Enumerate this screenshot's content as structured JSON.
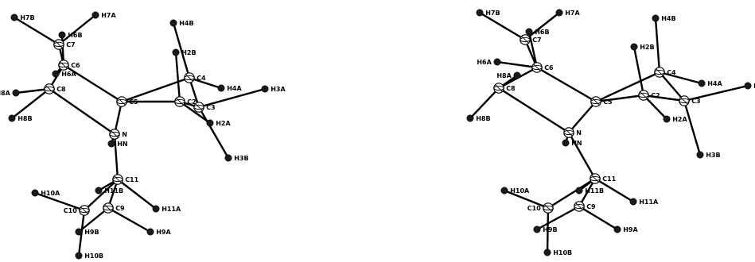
{
  "figure": {
    "panels": [
      "left-view",
      "right-view"
    ],
    "atoms": [
      {
        "id": "H7B",
        "label": "H7B",
        "kind": "H"
      },
      {
        "id": "H7A",
        "label": "H7A",
        "kind": "H"
      },
      {
        "id": "H6B",
        "label": "H6B",
        "kind": "H"
      },
      {
        "id": "C7",
        "label": "C7",
        "kind": "C"
      },
      {
        "id": "C6",
        "label": "C6",
        "kind": "C"
      },
      {
        "id": "H6A",
        "label": "H6A",
        "kind": "H"
      },
      {
        "id": "C8",
        "label": "C8",
        "kind": "C"
      },
      {
        "id": "H8A",
        "label": "H8A",
        "kind": "H"
      },
      {
        "id": "H8B",
        "label": "H8B",
        "kind": "H"
      },
      {
        "id": "H4B",
        "label": "H4B",
        "kind": "H"
      },
      {
        "id": "H2B",
        "label": "H2B",
        "kind": "H"
      },
      {
        "id": "C4",
        "label": "C4",
        "kind": "C"
      },
      {
        "id": "H4A",
        "label": "H4A",
        "kind": "H"
      },
      {
        "id": "H3A",
        "label": "H3A",
        "kind": "H"
      },
      {
        "id": "C5",
        "label": "C5",
        "kind": "C"
      },
      {
        "id": "C2",
        "label": "C2",
        "kind": "C"
      },
      {
        "id": "C3",
        "label": "C3",
        "kind": "C"
      },
      {
        "id": "H2A",
        "label": "H2A",
        "kind": "H"
      },
      {
        "id": "N",
        "label": "N",
        "kind": "N"
      },
      {
        "id": "HN",
        "label": "HN",
        "kind": "H"
      },
      {
        "id": "H3B",
        "label": "H3B",
        "kind": "H"
      },
      {
        "id": "C11",
        "label": "C11",
        "kind": "C"
      },
      {
        "id": "H11B",
        "label": "H11B",
        "kind": "H"
      },
      {
        "id": "H10A",
        "label": "H10A",
        "kind": "H"
      },
      {
        "id": "C10",
        "label": "C10",
        "kind": "C"
      },
      {
        "id": "C9",
        "label": "C9",
        "kind": "C"
      },
      {
        "id": "H11A",
        "label": "H11A",
        "kind": "H"
      },
      {
        "id": "H9B",
        "label": "H9B",
        "kind": "H"
      },
      {
        "id": "H9A",
        "label": "H9A",
        "kind": "H"
      },
      {
        "id": "H10B",
        "label": "H10B",
        "kind": "H"
      }
    ],
    "bonds": [
      [
        "H7B",
        "C7"
      ],
      [
        "H7A",
        "C7"
      ],
      [
        "H6B",
        "C6"
      ],
      [
        "C7",
        "C6"
      ],
      [
        "C6",
        "H6A"
      ],
      [
        "C6",
        "C8"
      ],
      [
        "C8",
        "H8A"
      ],
      [
        "C8",
        "H8B"
      ],
      [
        "C8",
        "N"
      ],
      [
        "C6",
        "C5"
      ],
      [
        "C5",
        "N"
      ],
      [
        "C5",
        "C4"
      ],
      [
        "H4B",
        "C4"
      ],
      [
        "C4",
        "H4A"
      ],
      [
        "C4",
        "C3"
      ],
      [
        "C3",
        "H3A"
      ],
      [
        "C3",
        "C2"
      ],
      [
        "C5",
        "C2"
      ],
      [
        "H2B",
        "C2"
      ],
      [
        "C2",
        "H2A"
      ],
      [
        "C3",
        "H3B"
      ],
      [
        "N",
        "HN"
      ],
      [
        "N",
        "C11"
      ],
      [
        "C11",
        "H11B"
      ],
      [
        "C11",
        "H11A"
      ],
      [
        "C11",
        "C9"
      ],
      [
        "C11",
        "C10"
      ],
      [
        "C9",
        "H9A"
      ],
      [
        "C9",
        "H9B"
      ],
      [
        "C10",
        "H10A"
      ],
      [
        "C10",
        "H10B"
      ]
    ]
  }
}
